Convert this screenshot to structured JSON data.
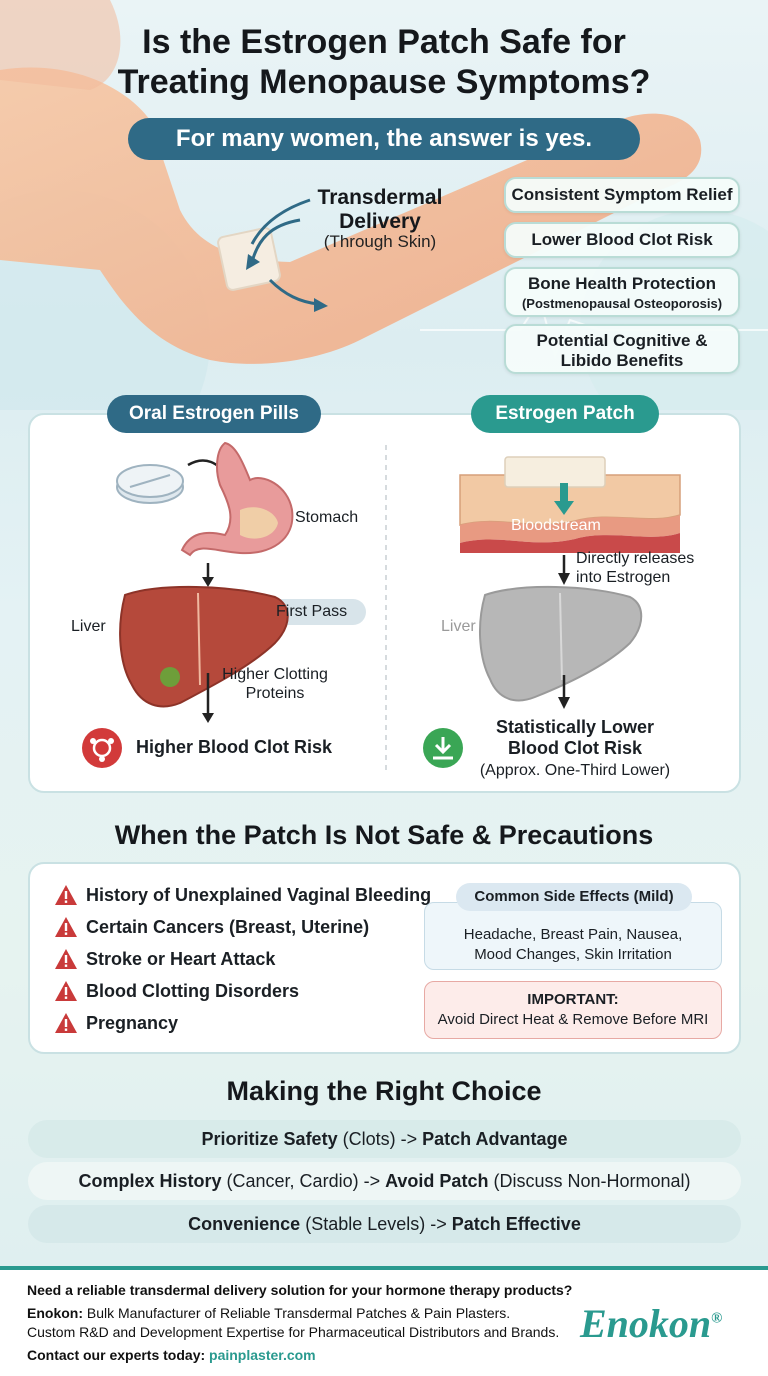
{
  "header": {
    "title_line1": "Is the Estrogen Patch Safe for",
    "title_line2": "Treating Menopause Symptoms?",
    "subtitle": "For many women, the answer is yes."
  },
  "delivery": {
    "title_line1": "Transdermal",
    "title_line2": "Delivery",
    "subtitle": "(Through Skin)"
  },
  "benefits": [
    {
      "label": "Consistent Symptom Relief",
      "note": ""
    },
    {
      "label": "Lower Blood Clot Risk",
      "note": ""
    },
    {
      "label": "Bone Health Protection",
      "note": "(Postmenopausal Osteoporosis)"
    },
    {
      "label": "Potential Cognitive &",
      "note": "Libido Benefits"
    }
  ],
  "comparison": {
    "oral": {
      "tag": "Oral Estrogen Pills",
      "stomach": "Stomach",
      "liver": "Liver",
      "first_pass": "First Pass",
      "proteins_line1": "Higher Clotting",
      "proteins_line2": "Proteins",
      "risk": "Higher Blood Clot Risk"
    },
    "patch": {
      "tag": "Estrogen Patch",
      "bloodstream": "Bloodstream",
      "release_line1": "Directly releases",
      "release_line2": "into Estrogen",
      "liver": "Liver",
      "risk_line1": "Statistically Lower",
      "risk_line2": "Blood Clot Risk",
      "risk_note": "(Approx. One-Third Lower)"
    }
  },
  "precautions": {
    "heading": "When the Patch Is Not Safe & Precautions",
    "items": [
      "History of Unexplained Vaginal Bleeding",
      "Certain Cancers (Breast, Uterine)",
      "Stroke or Heart Attack",
      "Blood Clotting Disorders",
      "Pregnancy"
    ],
    "side_effects_title": "Common Side Effects (Mild)",
    "side_effects_line1": "Headache, Breast Pain, Nausea,",
    "side_effects_line2": "Mood Changes, Skin Irritation",
    "important_title": "IMPORTANT:",
    "important_text": "Avoid Direct Heat & Remove Before MRI"
  },
  "choice": {
    "heading": "Making the Right Choice",
    "rows": [
      {
        "a": "Prioritize Safety",
        "b": " (Clots) -> ",
        "c": "Patch Advantage",
        "d": ""
      },
      {
        "a": "Complex History",
        "b": " (Cancer, Cardio) -> ",
        "c": "Avoid Patch",
        "d": " (Discuss Non-Hormonal)"
      },
      {
        "a": "Convenience",
        "b": " (Stable Levels) -> ",
        "c": "Patch Effective",
        "d": ""
      }
    ]
  },
  "footer": {
    "question": "Need a reliable transdermal delivery solution for your hormone therapy products?",
    "company_label": "Enokon:",
    "company_text": " Bulk Manufacturer of Reliable Transdermal Patches & Pain Plasters.",
    "line3": "Custom R&D and Development Expertise for Pharmaceutical Distributors and Brands.",
    "contact_label": "Contact our experts today: ",
    "contact_link": "painplaster.com",
    "brand": "Enokon",
    "brand_mark": "®"
  },
  "colors": {
    "teal": "#2a9a8f",
    "navy_tag": "#2f6a86",
    "red_risk": "#d23a3a",
    "green_ok": "#3aa655"
  }
}
